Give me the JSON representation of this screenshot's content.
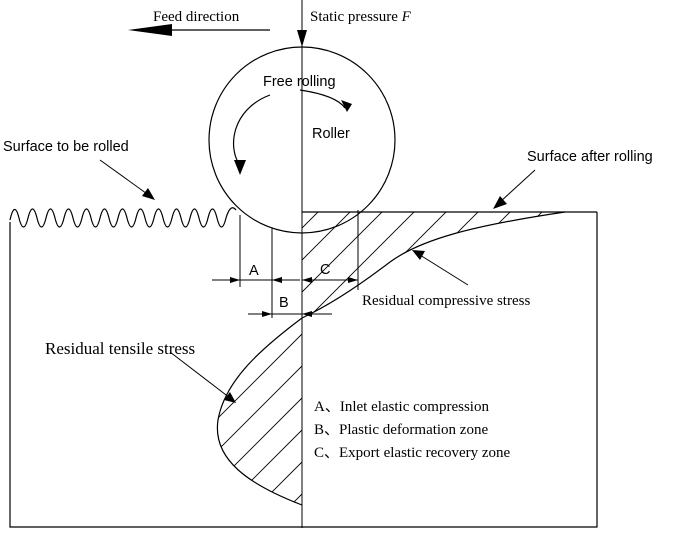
{
  "labels": {
    "feed_direction": "Feed direction",
    "static_pressure": "Static pressure ",
    "static_pressure_symbol": "F",
    "free_rolling": "Free rolling",
    "roller": "Roller",
    "surface_to_be_rolled": "Surface to be rolled",
    "surface_after_rolling": "Surface after rolling",
    "residual_compressive_stress": "Residual compressive stress",
    "residual_tensile_stress": "Residual tensile stress",
    "zone_a": "A",
    "zone_b": "B",
    "zone_c": "C"
  },
  "legend": [
    "A、Inlet elastic compression",
    "B、Plastic deformation zone",
    "C、Export elastic recovery zone"
  ]
}
